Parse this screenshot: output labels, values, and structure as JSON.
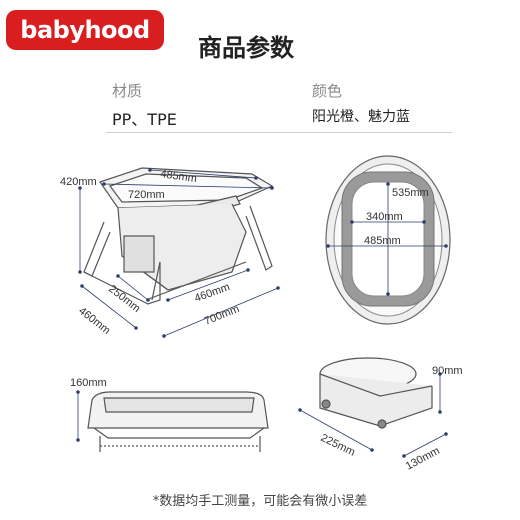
{
  "brand": {
    "logo_text": "babyhood"
  },
  "header": {
    "title": "商品参数"
  },
  "specs": {
    "material": {
      "label": "材质",
      "value": "PP、TPE"
    },
    "color": {
      "label": "颜色",
      "value": "阳光橙、魅力蓝"
    }
  },
  "dimensions": {
    "d420": "420mm",
    "d485_top": "485mm",
    "d720": "720mm",
    "d250": "250mm",
    "d460_right": "460mm",
    "d460_left": "460mm",
    "d700": "700mm",
    "d535": "535mm",
    "d340": "340mm",
    "d485_mid": "485mm",
    "d160": "160mm",
    "d90": "90mm",
    "d225": "225mm",
    "d130": "130mm"
  },
  "footer": {
    "note": "*数据均手工测量，可能会有微小误差"
  }
}
